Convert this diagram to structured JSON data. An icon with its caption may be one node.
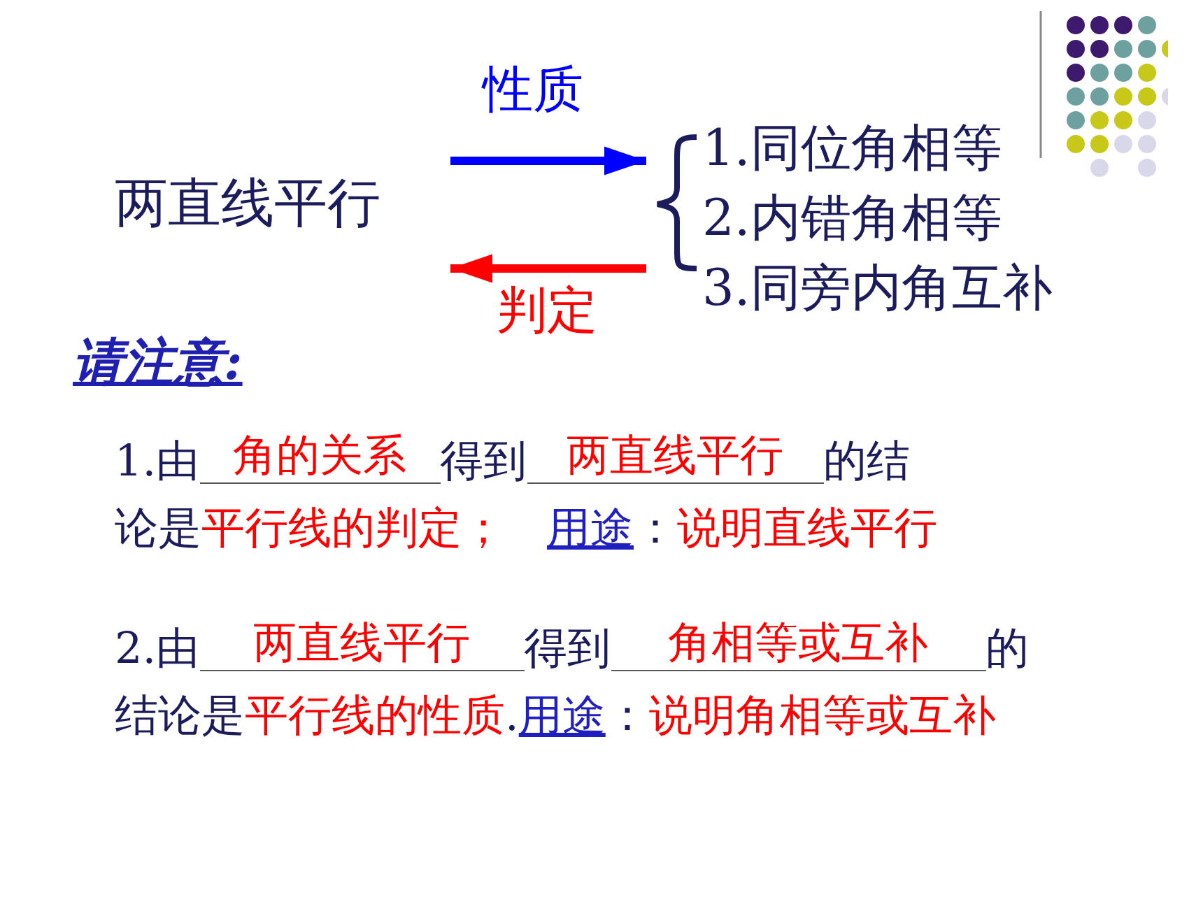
{
  "diagram": {
    "nodes": [
      {
        "text": [
          "两直线平行"
        ]
      },
      {
        "text": [
          "1.同位角相等",
          "2.内错角相等",
          "3.同旁内角互补"
        ]
      }
    ],
    "edges": [
      {
        "from": 0,
        "to": 1,
        "arrow": "to",
        "label": "性质",
        "color": "#0000ff"
      },
      {
        "from": 1,
        "to": 0,
        "arrow": "to",
        "label": "判定",
        "color": "#ff0000"
      }
    ],
    "labels": [
      "请注意:",
      "1.由",
      "角的关系",
      "得到",
      "两直线平行",
      "的结",
      "论是",
      "平行线的判定；",
      "用途",
      "：",
      "说明直线平行",
      "2.由",
      "两直线平行",
      "得到",
      "角相等或互补",
      "的",
      "结论是",
      "平行线的性质",
      ".",
      "用途",
      "：",
      "说明角相等或互补"
    ]
  }
}
